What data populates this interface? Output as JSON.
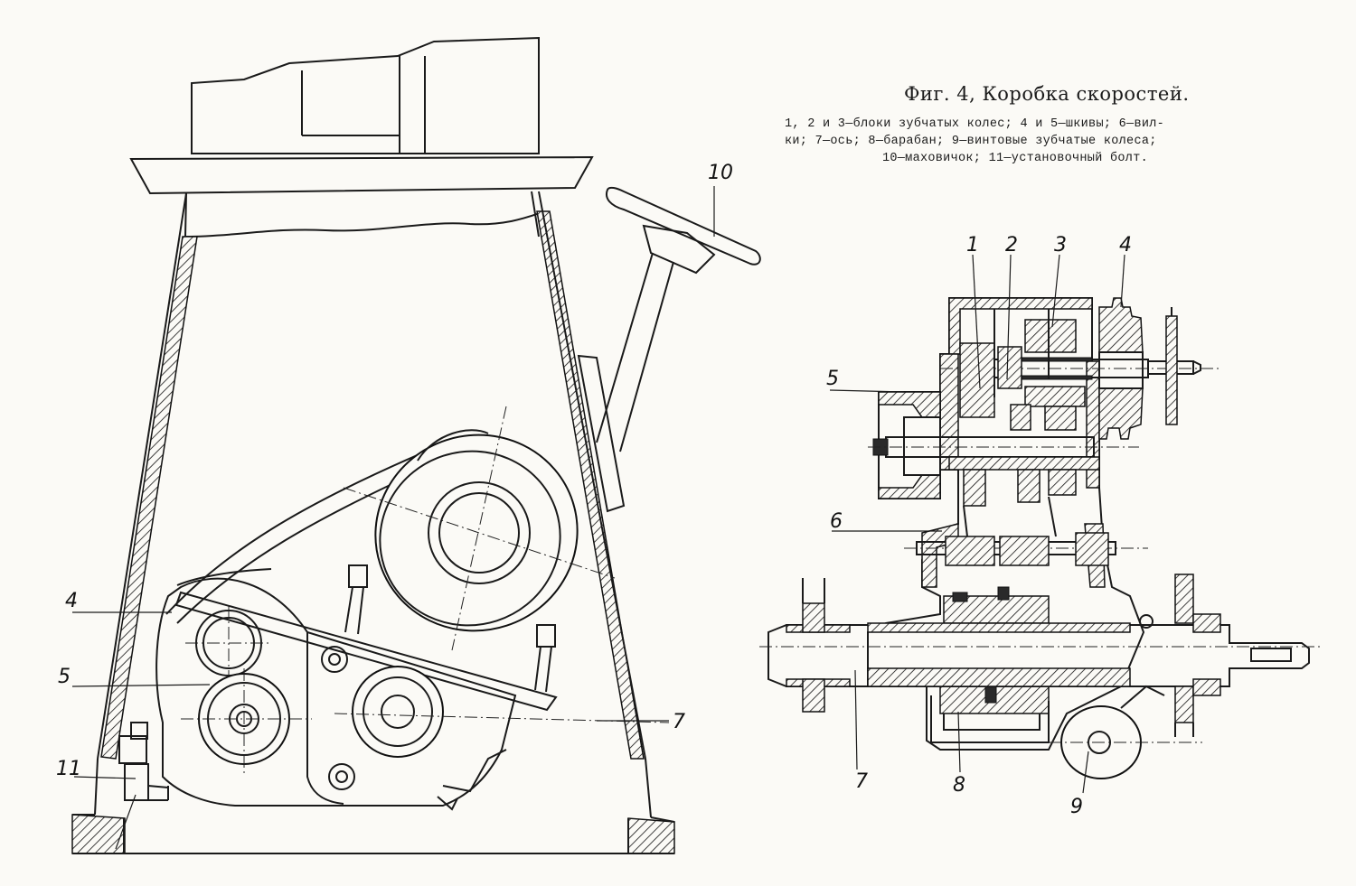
{
  "caption": {
    "title": "Фиг. 4, Коробка скоростей.",
    "legend": "1, 2 и 3—блоки зубчатых колес; 4 и 5—шкивы; 6—вилки; 7—ось; 8—барабан; 9—винтовые зубчатые колеса; 10—маховичок; 11—установочный болт.",
    "legend_lines": [
      "1, 2 и 3—блоки зубчатых колес; 4 и 5—шкивы; 6—вил-",
      "ки; 7—ось; 8—барабан; 9—винтовые зубчатые колеса;",
      "10—маховичок; 11—установочный болт."
    ]
  },
  "left_view": {
    "callouts": [
      "10",
      "4",
      "5",
      "7",
      "11"
    ]
  },
  "right_view": {
    "callouts": [
      "1",
      "2",
      "3",
      "4",
      "5",
      "6",
      "7",
      "8",
      "9"
    ]
  }
}
